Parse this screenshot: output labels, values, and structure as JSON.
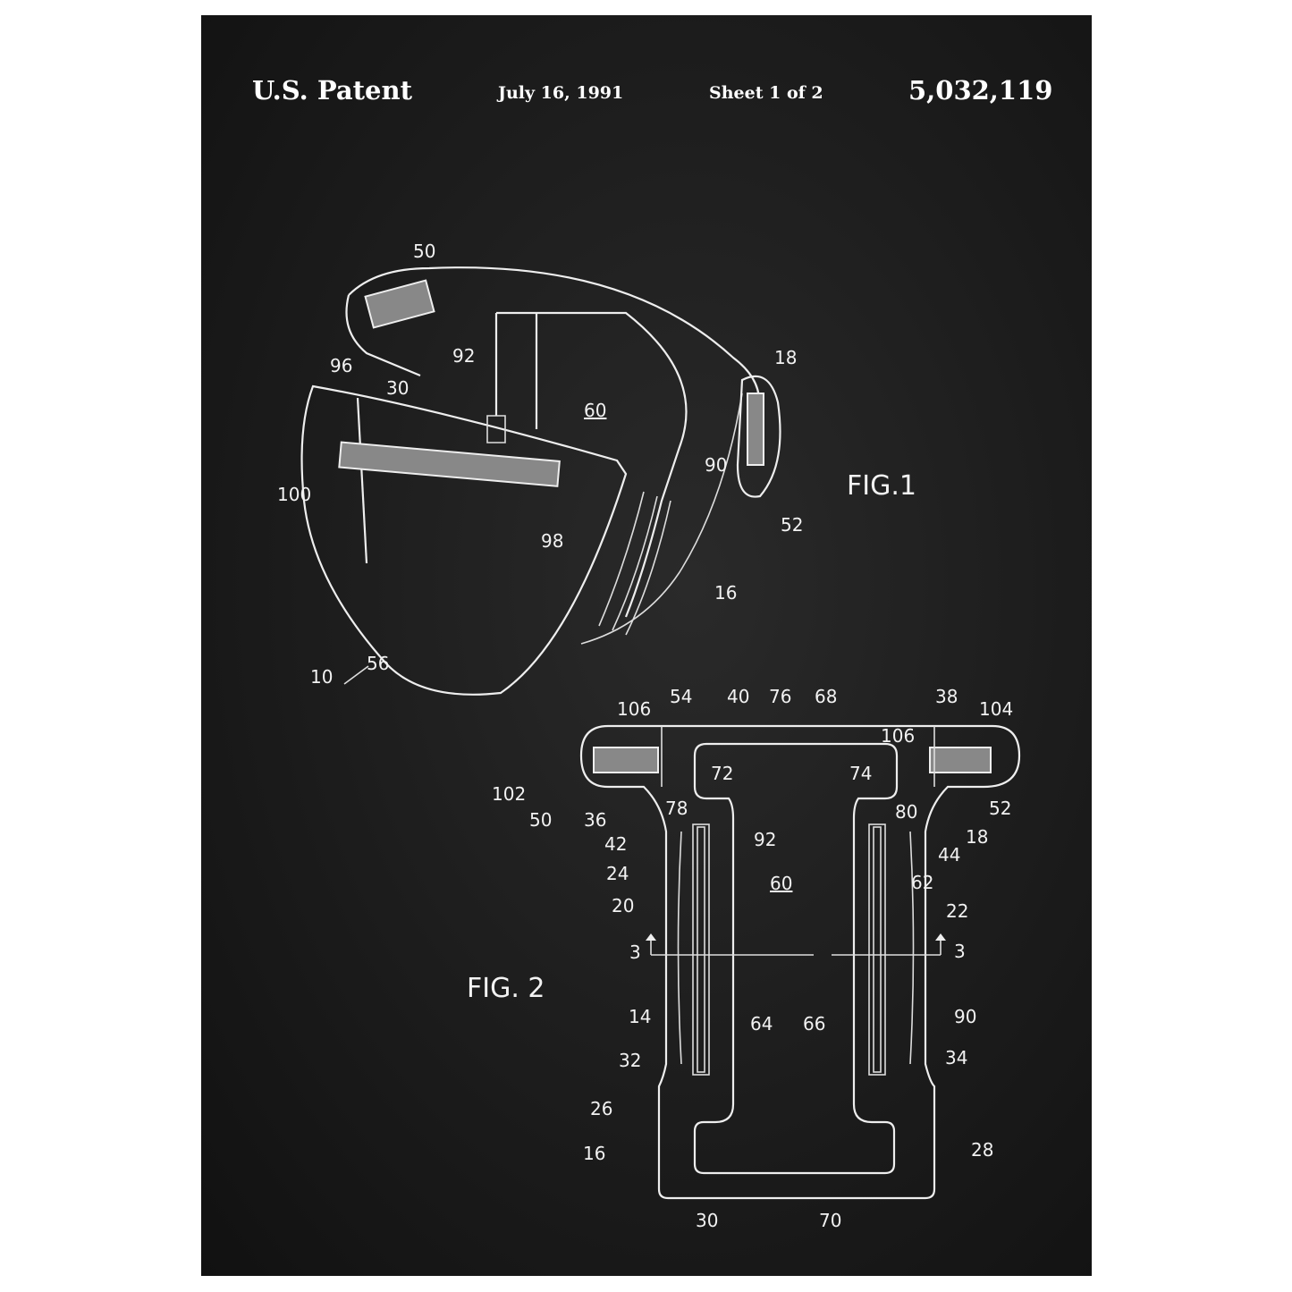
{
  "header": {
    "title": "U.S. Patent",
    "date": "July 16, 1991",
    "sheet": "Sheet 1 of 2",
    "patent_number": "5,032,119"
  },
  "fig1": {
    "title": "FIG.1",
    "labels": [
      "50",
      "92",
      "96",
      "30",
      "60",
      "18",
      "90",
      "100",
      "98",
      "52",
      "16",
      "10",
      "56"
    ]
  },
  "fig2": {
    "title": "FIG. 2",
    "labels": [
      "106",
      "54",
      "40",
      "76",
      "68",
      "38",
      "104",
      "106",
      "72",
      "74",
      "102",
      "50",
      "36",
      "78",
      "80",
      "52",
      "18",
      "42",
      "92",
      "44",
      "24",
      "60",
      "62",
      "20",
      "22",
      "3",
      "3",
      "14",
      "64",
      "66",
      "90",
      "32",
      "34",
      "26",
      "28",
      "16",
      "30",
      "70"
    ]
  }
}
